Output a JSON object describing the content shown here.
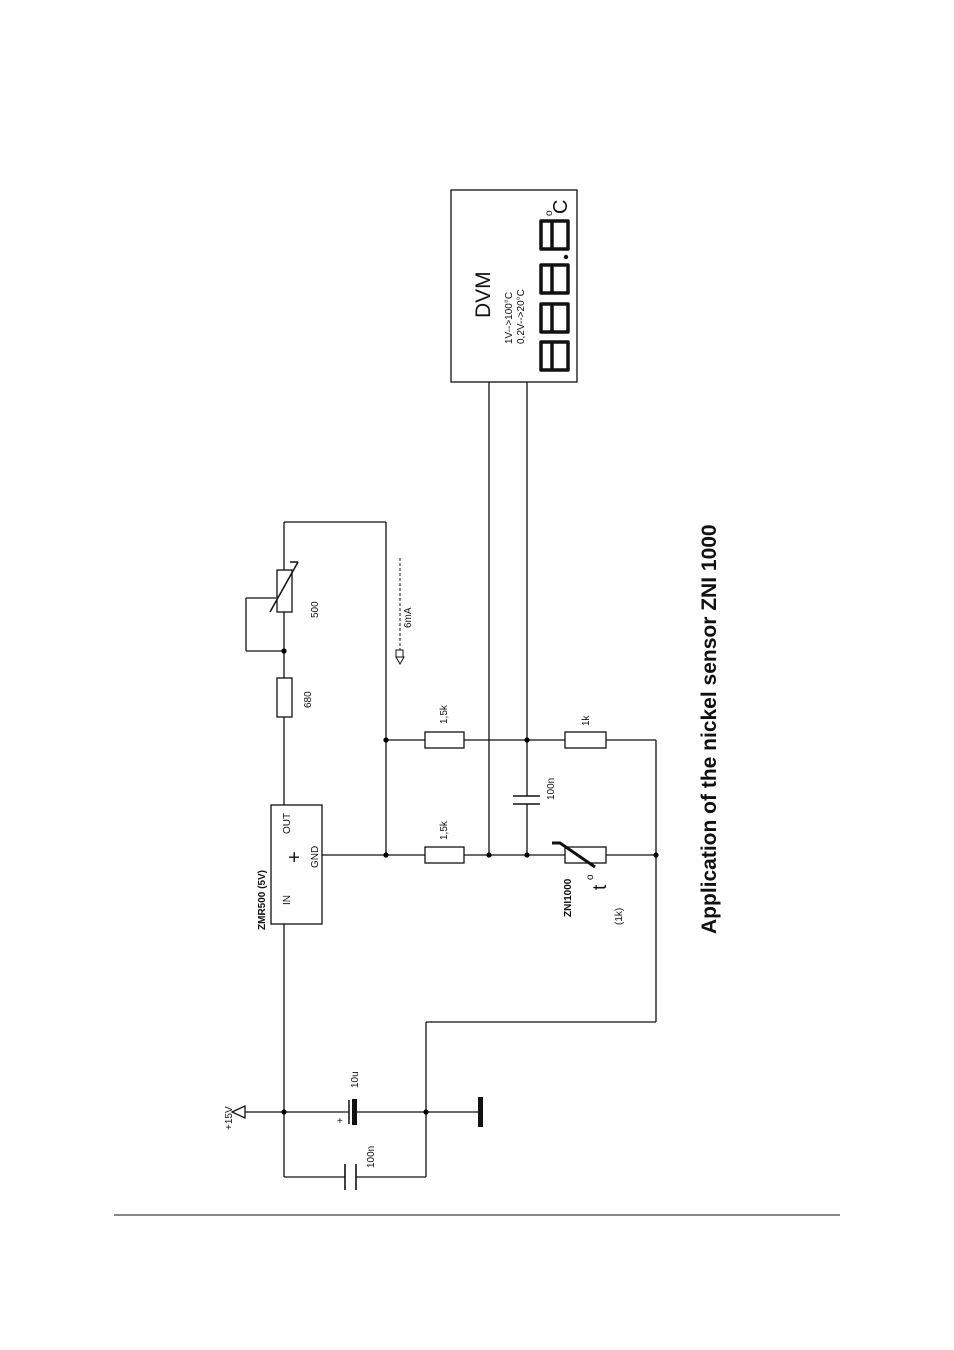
{
  "title": "Application of the nickel sensor ZNI 1000",
  "supply": {
    "label": "+15V"
  },
  "capacitors": {
    "c_elko": "10u",
    "c_elko_plus": "+",
    "c_bypass": "100n",
    "c_filter": "100n"
  },
  "regulator": {
    "name": "ZMR500 (5V)",
    "pin_in": "IN",
    "pin_out": "OUT",
    "pin_gnd": "GND",
    "symbol": "+"
  },
  "resistors": {
    "r_series": "680",
    "r_trim": "500",
    "r_bridge_top": "1,5k",
    "r_bridge_bottom": "1,5k",
    "r_ref": "1k"
  },
  "current": {
    "label": "6mA"
  },
  "sensor": {
    "name": "ZNI1000",
    "value": "(1k)",
    "symbol": "t",
    "degree": "o"
  },
  "dvm": {
    "name": "DVM",
    "scale_1": "1V-->100°C",
    "scale_2": "0,2V-->20°C",
    "degree": "o",
    "unit": "C"
  }
}
